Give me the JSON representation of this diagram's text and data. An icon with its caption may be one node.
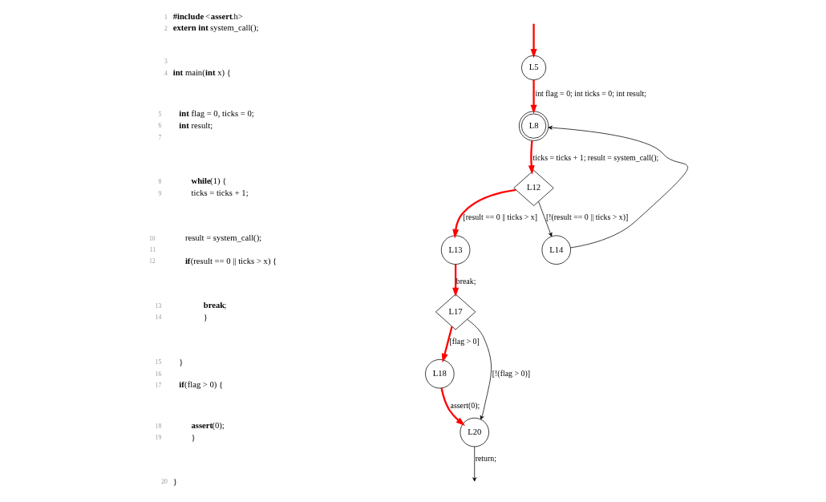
{
  "diagram": {
    "nodes": [
      {
        "text": [
          "L5"
        ]
      },
      {
        "text": [
          "L8"
        ]
      },
      {
        "text": [
          "L12"
        ]
      },
      {
        "text": [
          "L13"
        ]
      },
      {
        "text": [
          "L14"
        ]
      },
      {
        "text": [
          "L17"
        ]
      },
      {
        "text": [
          "L18"
        ]
      },
      {
        "text": [
          "L20"
        ]
      }
    ],
    "edges": [
      {
        "from": null,
        "to": 0,
        "arrow": "to"
      },
      {
        "from": 0,
        "to": 1,
        "arrow": "to",
        "label": "int flag = 0; int ticks = 0; int result;"
      },
      {
        "from": 1,
        "to": 2,
        "arrow": "to",
        "label": "ticks = ticks + 1; result = system_call();"
      },
      {
        "from": 2,
        "to": 3,
        "arrow": "to",
        "label": "[result == 0 || ticks > x]"
      },
      {
        "from": 2,
        "to": 4,
        "arrow": "to",
        "label": "[!(result == 0 || ticks > x)]",
        "color": "#000000"
      },
      {
        "from": 4,
        "to": 1,
        "arrow": "to",
        "color": "#000000"
      },
      {
        "from": 3,
        "to": 5,
        "arrow": "to",
        "label": "break;"
      },
      {
        "from": 5,
        "to": 6,
        "arrow": "to",
        "label": "[flag > 0]"
      },
      {
        "from": 5,
        "to": 7,
        "arrow": "to",
        "label": "[!(flag > 0)]",
        "color": "#000000"
      },
      {
        "from": 6,
        "to": 7,
        "arrow": "to",
        "label": "assert(0);"
      },
      {
        "from": 7,
        "to": null,
        "arrow": "to",
        "label": "return;",
        "color": "#000000"
      }
    ],
    "labels": [
      "1",
      "**#include** <**assert**.h>",
      "2",
      "**extern int** system_call();",
      "3",
      "4",
      "**int** main(**int** x) {",
      "5",
      "**int** flag = 0, ticks = 0;",
      "6",
      "**int** result;",
      "7",
      "8",
      "**while**(1) {",
      "9",
      "ticks = ticks + 1;",
      "10",
      "result = system_call();",
      "11",
      "12",
      "**if**(result == 0 || ticks > x) {",
      "13",
      "**break**;",
      "14",
      "}",
      "15",
      "}",
      "16",
      "17",
      "**if**(flag > 0) {",
      "18",
      "**assert**(0);",
      "19",
      "}",
      "20",
      "}"
    ]
  }
}
